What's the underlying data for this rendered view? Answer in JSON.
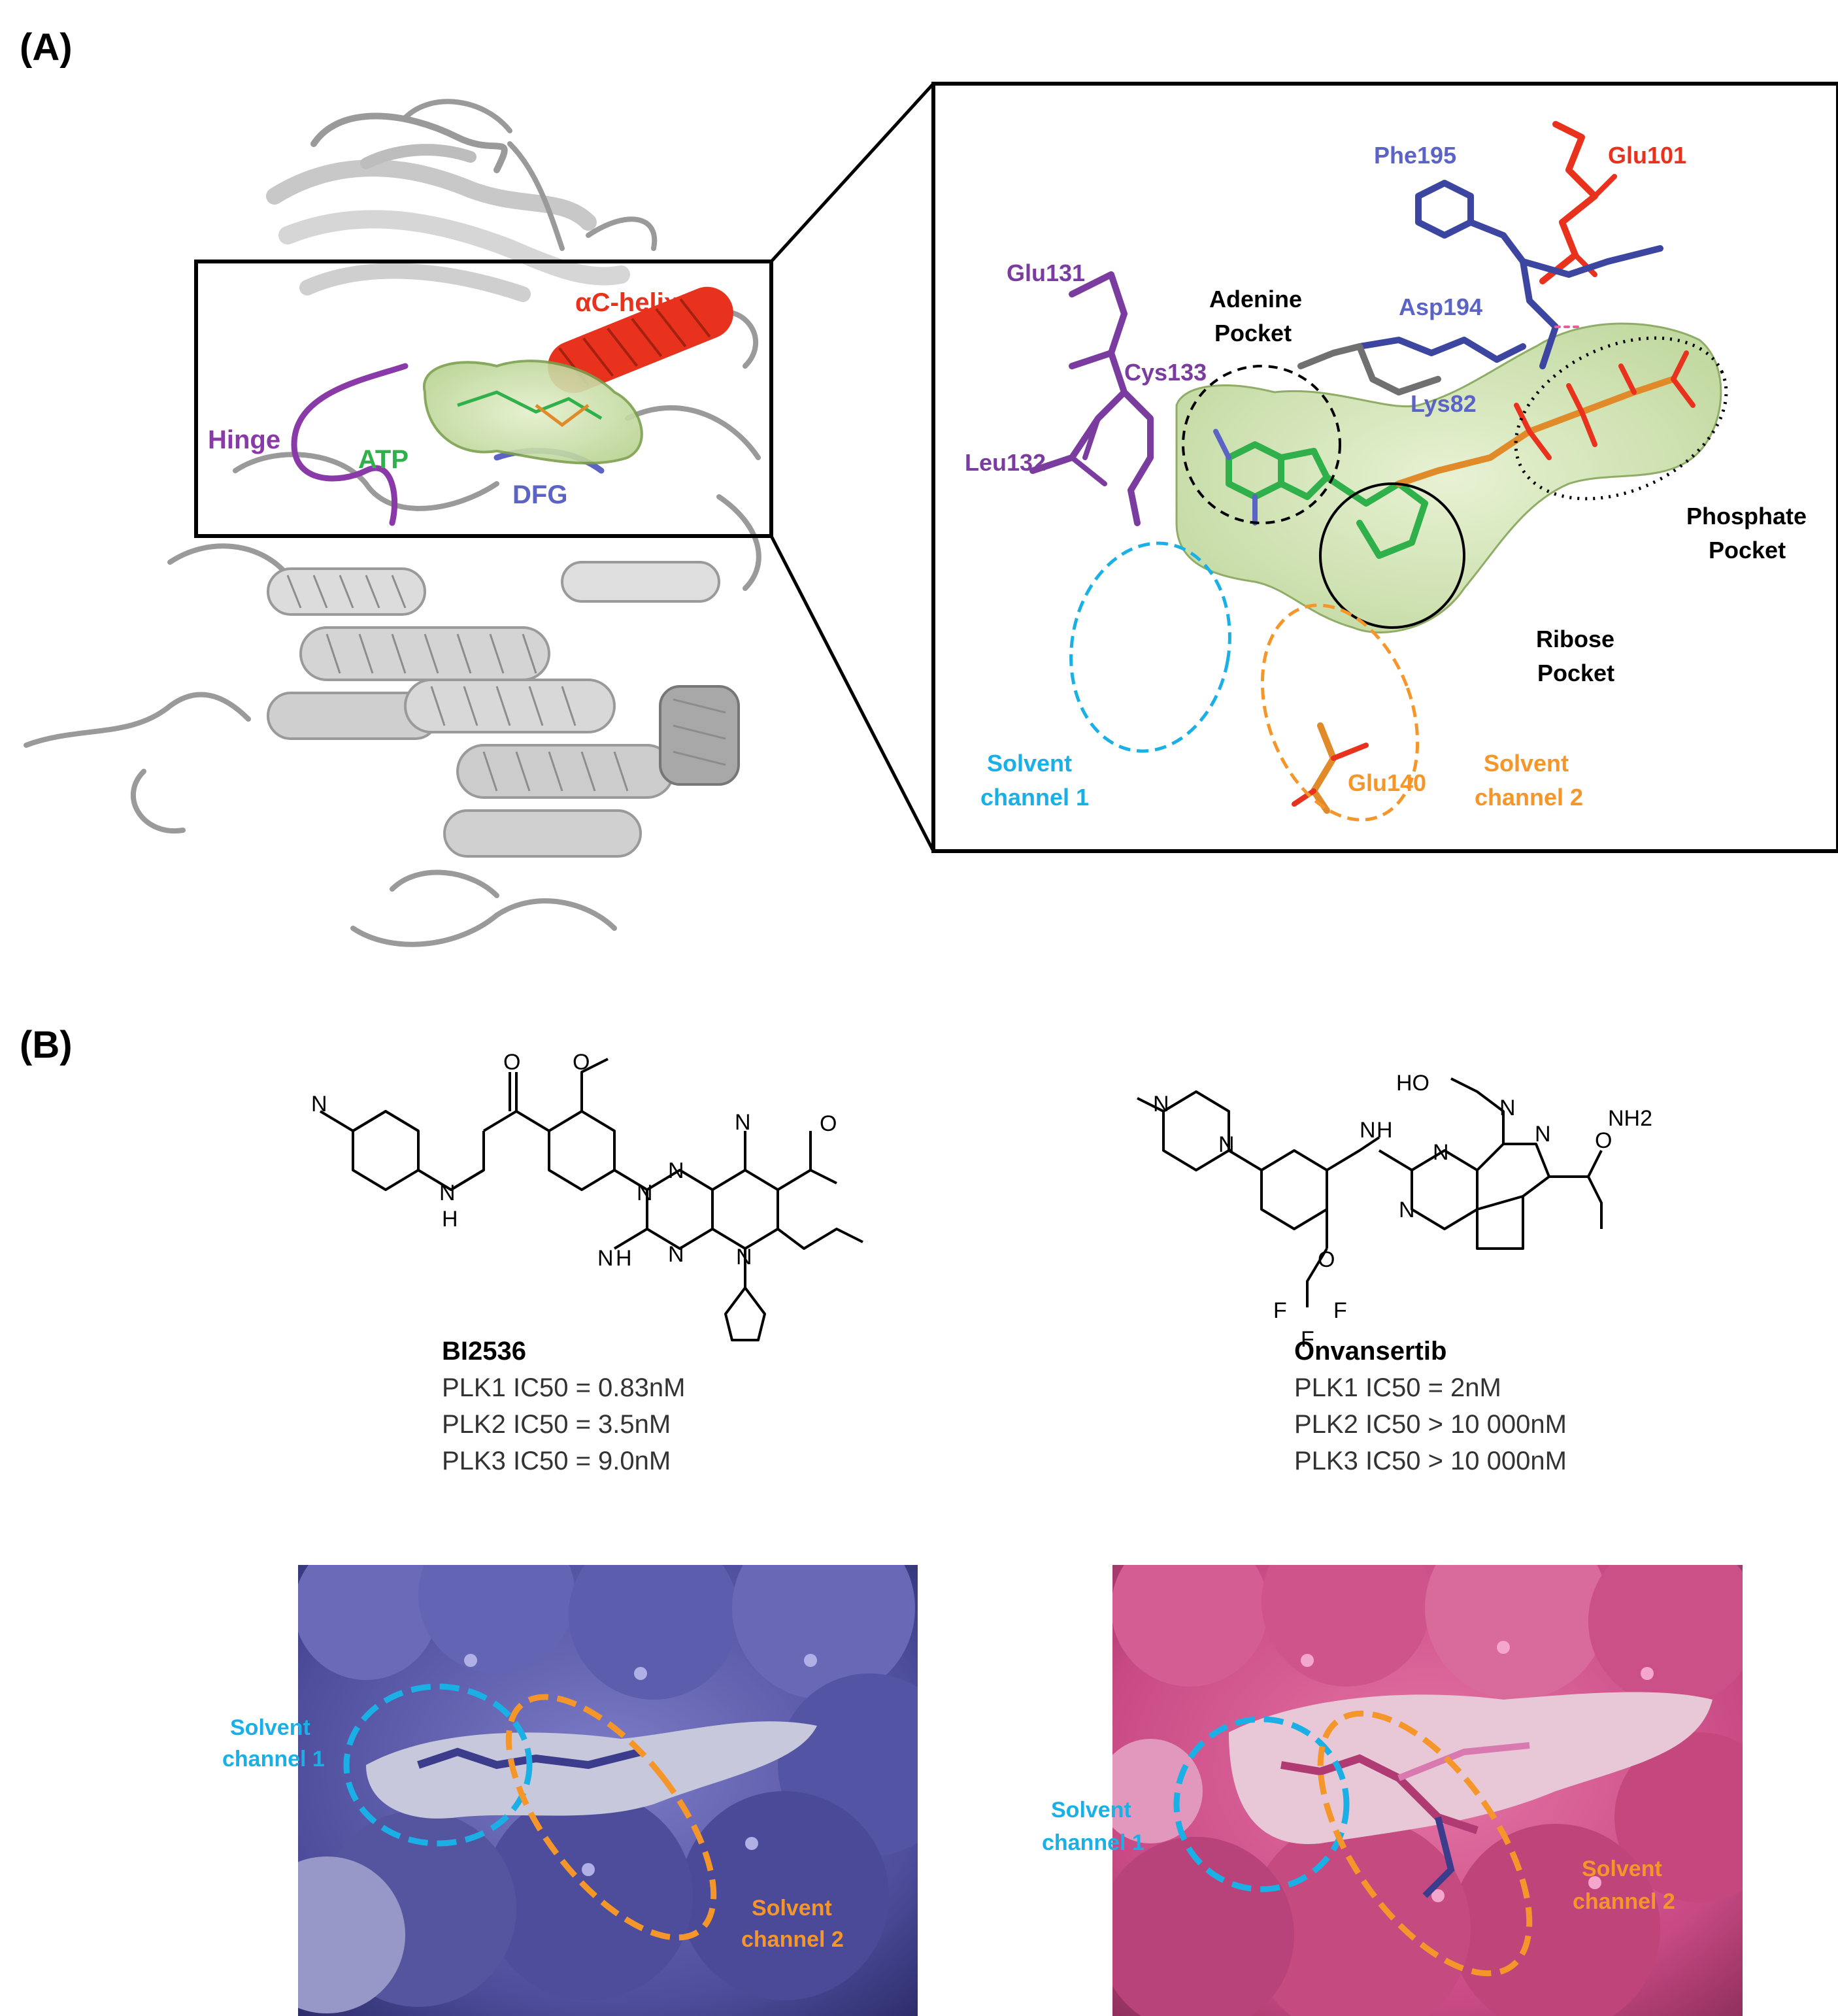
{
  "panel_a": {
    "label": "(A)",
    "overview_labels": {
      "ac_helix": "αC-helix",
      "hinge": "Hinge",
      "atp": "ATP",
      "dfg": "DFG"
    },
    "zoom_labels": {
      "phe195": "Phe195",
      "glu101": "Glu101",
      "glu131": "Glu131",
      "adenine_pocket_line1": "Adenine",
      "adenine_pocket_line2": "Pocket",
      "asp194": "Asp194",
      "cys133": "Cys133",
      "lys82": "Lys82",
      "leu132": "Leu132",
      "phosphate_pocket_line1": "Phosphate",
      "phosphate_pocket_line2": "Pocket",
      "ribose_pocket_line1": "Ribose",
      "ribose_pocket_line2": "Pocket",
      "solvent1_line1": "Solvent",
      "solvent1_line2": "channel 1",
      "glu140": "Glu140",
      "solvent2_line1": "Solvent",
      "solvent2_line2": "channel 2"
    }
  },
  "panel_b": {
    "label": "(B)",
    "compounds": [
      {
        "name": "BI2536",
        "lines": [
          "PLK1 IC50 = 0.83nM",
          "PLK2 IC50 = 3.5nM",
          "PLK3 IC50 = 9.0nM"
        ],
        "structure_atoms": [
          "N",
          "O",
          "N",
          "H",
          "O",
          "N",
          "O",
          "N",
          "N",
          "N",
          "H",
          "N",
          "N"
        ],
        "surface": {
          "solvent1_line1": "Solvent",
          "solvent1_line2": "channel 1",
          "solvent2_line1": "Solvent",
          "solvent2_line2": "channel 2"
        }
      },
      {
        "name": "Onvansertib",
        "lines": [
          "PLK1 IC50 = 2nM",
          "PLK2 IC50 > 10 000nM",
          "PLK3 IC50 > 10 000nM"
        ],
        "structure_atoms": [
          "HO",
          "N",
          "N",
          "N",
          "N",
          "N",
          "H",
          "N",
          "N",
          "O",
          "NH2",
          "O",
          "F",
          "F",
          "F"
        ],
        "surface": {
          "solvent1_line1": "Solvent",
          "solvent1_line2": "channel 1",
          "solvent2_line1": "Solvent",
          "solvent2_line2": "channel 2"
        }
      }
    ]
  },
  "colors": {
    "ac_helix": "#e8321e",
    "hinge": "#8a3aa8",
    "atp": "#2fb04a",
    "dfg": "#5b64c4",
    "glu101": "#e8321e",
    "blue_residue": "#5b64c4",
    "purple_residue": "#7a3c9e",
    "solvent1": "#1ab0e6",
    "solvent2": "#f5962a",
    "surface_blue": "#5a5aa8",
    "surface_pink": "#d0528a"
  }
}
